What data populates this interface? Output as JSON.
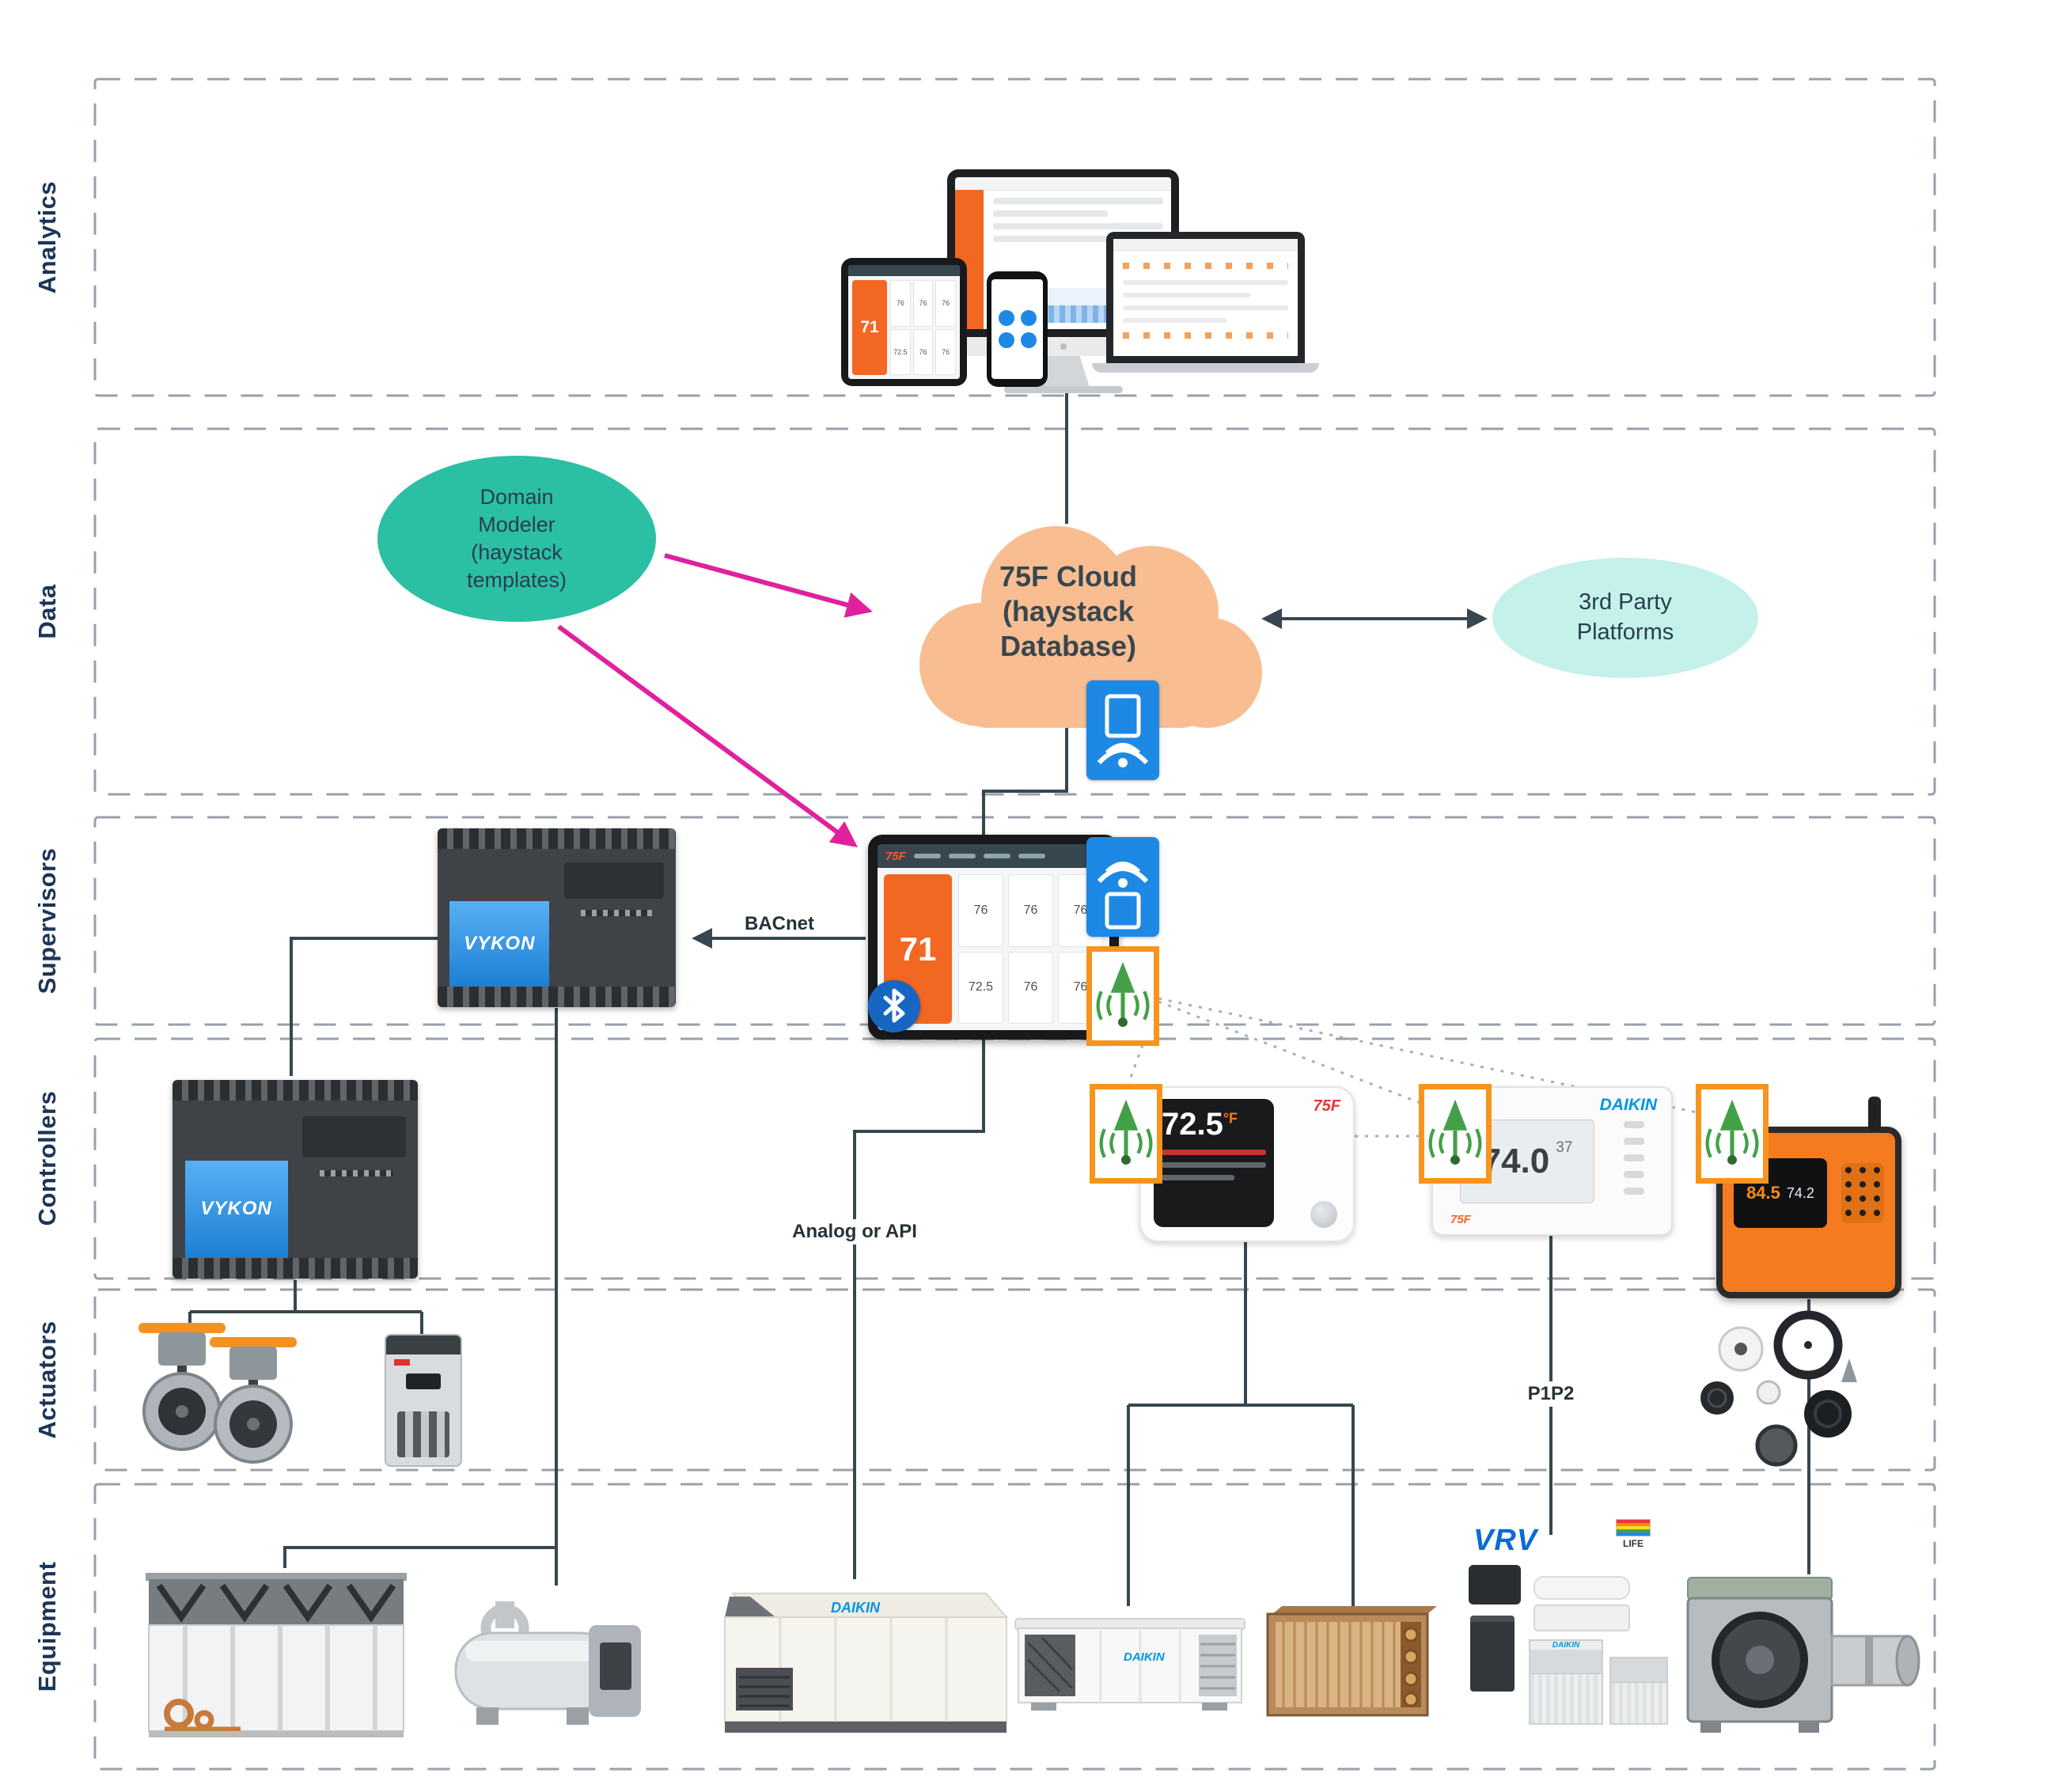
{
  "layers": [
    {
      "id": "analytics",
      "label": "Analytics"
    },
    {
      "id": "data",
      "label": "Data"
    },
    {
      "id": "supervisors",
      "label": "Supervisors"
    },
    {
      "id": "controllers",
      "label": "Controllers"
    },
    {
      "id": "actuators",
      "label": "Actuators"
    },
    {
      "id": "equipment",
      "label": "Equipment"
    }
  ],
  "nodes": {
    "domain_modeler": {
      "label": "Domain Modeler (haystack templates)",
      "fill": "#2bbfa4"
    },
    "cloud": {
      "label": "75F Cloud (haystack Database)",
      "fill": "#f9bd92"
    },
    "third_party": {
      "label": "3rd Party Platforms",
      "fill": "#c4f1e9"
    }
  },
  "edges": {
    "bacnet": "BACnet",
    "analog_api": "Analog or API",
    "p1p2": "P1P2"
  },
  "brands": {
    "vykon": "VYKON",
    "seventyfive_f": "75F",
    "daikin": "DAIKIN",
    "vrv": "VRV",
    "life": "LIFE"
  },
  "dashboard": {
    "main_value": "71",
    "tiles": [
      "76",
      "76",
      "76",
      "72.5",
      "76",
      "76"
    ]
  },
  "devices": {
    "thermostat": {
      "temp": "72.5",
      "unit": "°F"
    },
    "daikin_controller": {
      "temp": "74.0",
      "secondary": "37"
    },
    "rugged_gateway": {
      "value1": "84.5",
      "value2": "74.2"
    }
  },
  "colors": {
    "connector": "#37474f",
    "magenta": "#e0219e",
    "dashed_border": "#9aa0a8",
    "teal": "#2bbfa4",
    "cloud_fill": "#f9bd92",
    "mint": "#c4f1e9",
    "blue_icon": "#1e88e5",
    "orange_icon": "#f7941d",
    "antenna_green": "#43a047",
    "accent_orange": "#f26722"
  }
}
